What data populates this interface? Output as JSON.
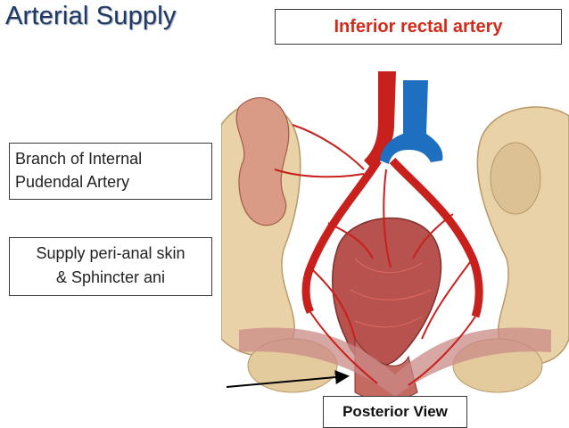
{
  "slide": {
    "title": "Arterial Supply",
    "subtitle": "Inferior rectal artery",
    "note_branch": [
      "Branch of Internal",
      "Pudendal Artery"
    ],
    "note_supply": [
      "Supply peri-anal skin",
      "& Sphincter ani"
    ],
    "figure_caption": "Posterior View"
  },
  "colors": {
    "title": "#1f3864",
    "subtitle": "#d42a1a",
    "artery": "#c8201c",
    "vein": "#1e6fc0",
    "bone": "#e9d2a8",
    "rectum": "#b8524f"
  },
  "icons": {
    "pointer": "arrow-right-icon"
  }
}
